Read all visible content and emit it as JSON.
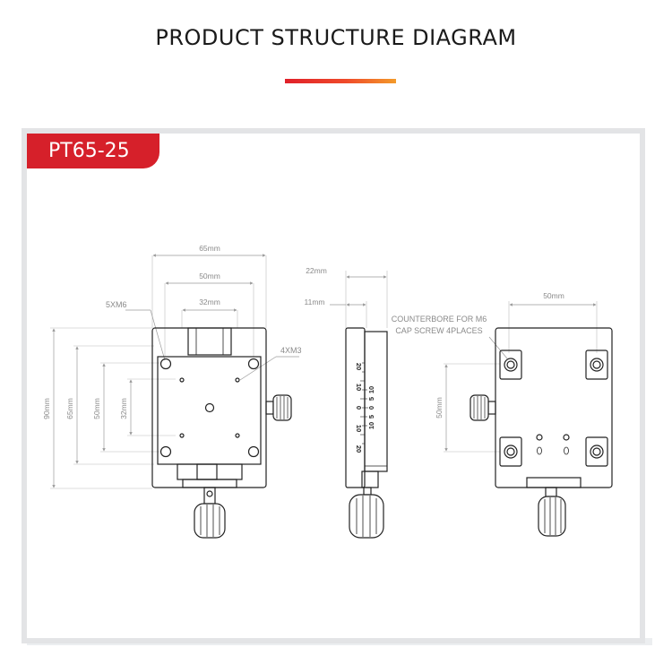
{
  "header": {
    "title": "PRODUCT STRUCTURE DIAGRAM"
  },
  "model": {
    "label": "PT65-25"
  },
  "front_view": {
    "dim_width_total": "65mm",
    "dim_width_mid": "50mm",
    "dim_width_inner": "32mm",
    "dim_height_total": "90mm",
    "dim_height_65": "65mm",
    "dim_height_50": "50mm",
    "dim_height_32": "32mm",
    "callout_5xm6": "5XM6",
    "callout_4xm3": "4XM3"
  },
  "side_view": {
    "dim_22": "22mm",
    "dim_11": "11mm",
    "scale_labels": [
      "20",
      "10",
      "0",
      "10",
      "20"
    ],
    "scale_labels_fine": [
      "10",
      "5",
      "0",
      "5",
      "10"
    ]
  },
  "bottom_view": {
    "dim_width": "50mm",
    "dim_height": "50mm",
    "note_line1": "COUNTERBORE FOR M6",
    "note_line2": "CAP SCREW 4PLACES"
  }
}
